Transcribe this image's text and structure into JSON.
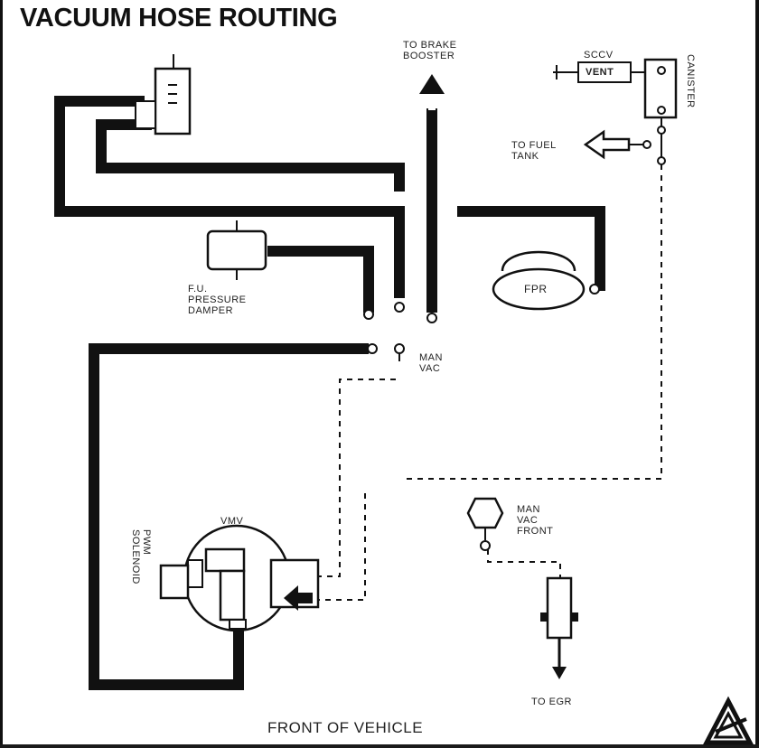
{
  "diagram": {
    "title": "VACUUM HOSE ROUTING",
    "footer": "FRONT OF VEHICLE",
    "labels": {
      "to_brake_booster": [
        "TO BRAKE",
        "BOOSTER"
      ],
      "sccv": "SCCV",
      "vent": "VENT",
      "canister": "CANISTER",
      "to_fuel_tank": [
        "TO FUEL",
        "TANK"
      ],
      "fuel_pressure_damper": [
        "F.U.",
        "PRESSURE",
        "DAMPER"
      ],
      "fpr": "FPR",
      "man_vac": [
        "MAN",
        "VAC"
      ],
      "vmv": "VMV",
      "pwm_sol": [
        "PWM",
        "SOLENOID"
      ],
      "man_vac_front": [
        "MAN",
        "VAC",
        "FRONT"
      ],
      "to_egr": "TO EGR"
    }
  }
}
